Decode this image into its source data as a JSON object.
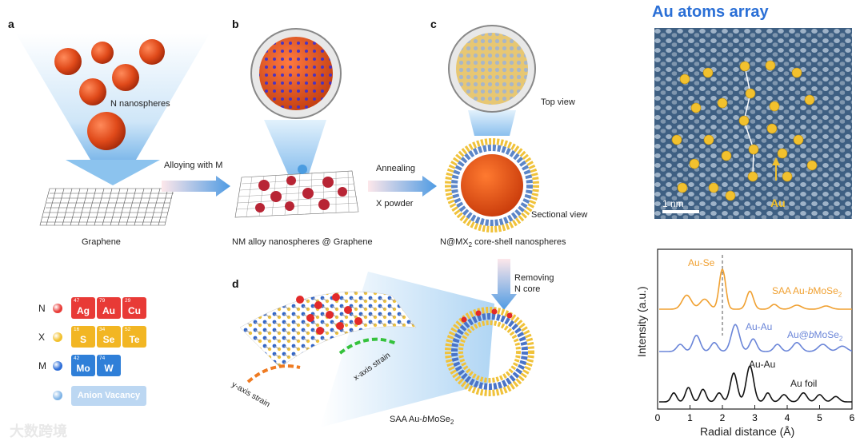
{
  "panels": {
    "a": {
      "letter": "a",
      "n_nanospheres_label": "N nanospheres",
      "graphene_label": "Graphene"
    },
    "b": {
      "letter": "b",
      "arrow_label": "Alloying with M",
      "caption": "NM alloy nanospheres @ Graphene"
    },
    "c": {
      "letter": "c",
      "arrow_label_top": "Annealing",
      "arrow_label_bottom": "X powder",
      "top_view_label": "Top view",
      "sectional_view_label": "Sectional view",
      "caption_prefix": "N@MX",
      "caption_sub": "2",
      "caption_suffix": " core-shell nanospheres",
      "removing_label_1": "Removing",
      "removing_label_2": "N core"
    },
    "d": {
      "letter": "d",
      "y_strain": "y-axis strain",
      "x_strain": "x-axis strain",
      "caption_prefix": "SAA Au-",
      "caption_italic": "b",
      "caption_main": "MoSe",
      "caption_sub": "2"
    }
  },
  "legend": {
    "rows": [
      {
        "letter": "N",
        "color": "#e83a36",
        "elements": [
          {
            "num": "47",
            "sym": "Ag"
          },
          {
            "num": "79",
            "sym": "Au"
          },
          {
            "num": "29",
            "sym": "Cu"
          }
        ]
      },
      {
        "letter": "X",
        "color": "#f2c12e",
        "elements": [
          {
            "num": "16",
            "sym": "S"
          },
          {
            "num": "34",
            "sym": "Se"
          },
          {
            "num": "52",
            "sym": "Te"
          }
        ]
      },
      {
        "letter": "M",
        "color": "#2f6fd8",
        "elements": [
          {
            "num": "42",
            "sym": "Mo"
          },
          {
            "num": "74",
            "sym": "W"
          }
        ]
      }
    ],
    "vacancy_label": "Anion Vacancy"
  },
  "stem": {
    "title": "Au atoms array",
    "scale_label": "1 nm",
    "au_label": "Au",
    "title_color": "#2a6fd6"
  },
  "spectra": {
    "ylabel": "Intensity (a.u.)",
    "xlabel": "Radial distance (Å)",
    "x_ticks": [
      "0",
      "1",
      "2",
      "3",
      "4",
      "5",
      "6"
    ],
    "peak_label_top": "Au-Se",
    "peak_label_mid": "Au-Au",
    "peak_label_bottom": "Au-Au",
    "series": [
      {
        "label_prefix": "SAA Au-",
        "label_italic": "b",
        "label_main": "MoSe",
        "label_sub": "2",
        "color": "#f0a030"
      },
      {
        "label_prefix": "Au@",
        "label_italic": "b",
        "label_main": "MoSe",
        "label_sub": "2",
        "color": "#6a85d8"
      },
      {
        "label_prefix": "Au foil",
        "label_italic": "",
        "label_main": "",
        "label_sub": "",
        "color": "#111111"
      }
    ]
  },
  "watermark": "大数跨境"
}
